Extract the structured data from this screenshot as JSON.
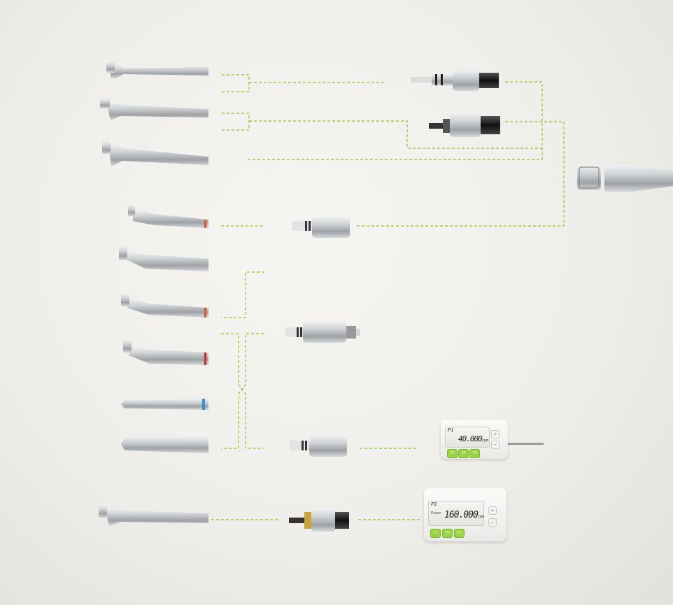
{
  "colors": {
    "connector_line": "#8cc21f",
    "background": "#f1f0ec",
    "metal": "#c9cbcd"
  },
  "handpieces": [
    {
      "type": "turbine",
      "accent": "none"
    },
    {
      "type": "turbine",
      "accent": "none"
    },
    {
      "type": "turbine",
      "accent": "none"
    },
    {
      "type": "contra-angle",
      "accent": "#d9562a"
    },
    {
      "type": "contra-angle",
      "accent": "none"
    },
    {
      "type": "contra-angle",
      "accent": "#d9562a"
    },
    {
      "type": "contra-angle",
      "accent": "#c8262a"
    },
    {
      "type": "straight",
      "accent": "#3a8fd0"
    },
    {
      "type": "straight",
      "accent": "none"
    },
    {
      "type": "turbine",
      "accent": "none"
    }
  ],
  "controllers": [
    {
      "program": "P1",
      "value": "40.000",
      "unit": "rpm",
      "buttons": [
        "P1",
        "P2",
        "P3"
      ],
      "plus": "+",
      "minus": "−"
    },
    {
      "program": "P2",
      "label": "Power",
      "value": "160.000",
      "unit": "rpm",
      "buttons": [
        "P1",
        "P2",
        "P3"
      ],
      "plus": "+",
      "minus": "−"
    }
  ]
}
